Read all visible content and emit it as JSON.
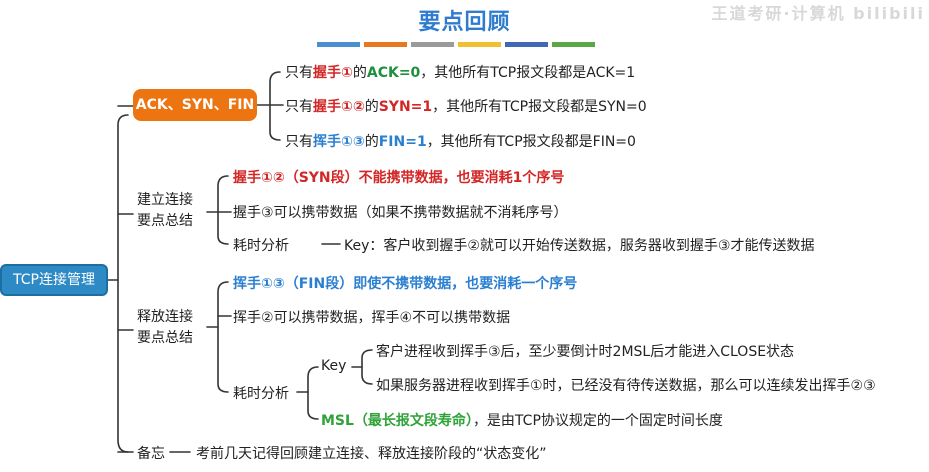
{
  "title": "要点回顾",
  "watermark": "王道考研·计算机  bilibili",
  "colors": [
    "#4a8fd0",
    "#e87722",
    "#9a9a9a",
    "#f0c030",
    "#4168b3",
    "#5aa845"
  ],
  "root": "TCP连接管理",
  "flags": {
    "label": "ACK、SYN、FIN",
    "items": [
      {
        "pre": "只有",
        "hl": "握手①",
        "mid": "的",
        "flag": "ACK=0",
        "post": "，其他所有TCP报文段都是ACK=1",
        "hl_color": "red"
      },
      {
        "pre": "只有",
        "hl": "握手①②",
        "mid": "的",
        "flag": "SYN=1",
        "post": "，其他所有TCP报文段都是SYN=0",
        "hl_color": "red"
      },
      {
        "pre": "只有",
        "hl": "挥手①③",
        "mid": "的",
        "flag": "FIN=1",
        "post": "，其他所有TCP报文段都是FIN=0",
        "hl_color": "blue"
      }
    ]
  },
  "establish": {
    "label_1": "建立连接",
    "label_2": "要点总结",
    "item1": "握手①②（SYN段）不能携带数据，也要消耗1个序号",
    "item2": "握手③可以携带数据（如果不携带数据就不消耗序号）",
    "timing_label": "耗时分析",
    "timing_text": "Key：客户收到握手②就可以开始传送数据，服务器收到握手③才能传送数据"
  },
  "release": {
    "label_1": "释放连接",
    "label_2": "要点总结",
    "item1": "挥手①③（FIN段）即使不携带数据，也要消耗一个序号",
    "item2": "挥手②可以携带数据，挥手④不可以携带数据",
    "timing_label": "耗时分析",
    "key_label": "Key",
    "key_item1": "客户进程收到挥手③后，至少要倒计时2MSL后才能进入CLOSE状态",
    "key_item2": "如果服务器进程收到挥手①时，已经没有待传送数据，那么可以连续发出挥手②③",
    "msl_label": "MSL（最长报文段寿命）",
    "msl_text": "，是由TCP协议规定的一个固定时间长度"
  },
  "memo": {
    "label": "备忘",
    "text": "考前几天记得回顾建立连接、释放连接阶段的“状态变化”"
  }
}
